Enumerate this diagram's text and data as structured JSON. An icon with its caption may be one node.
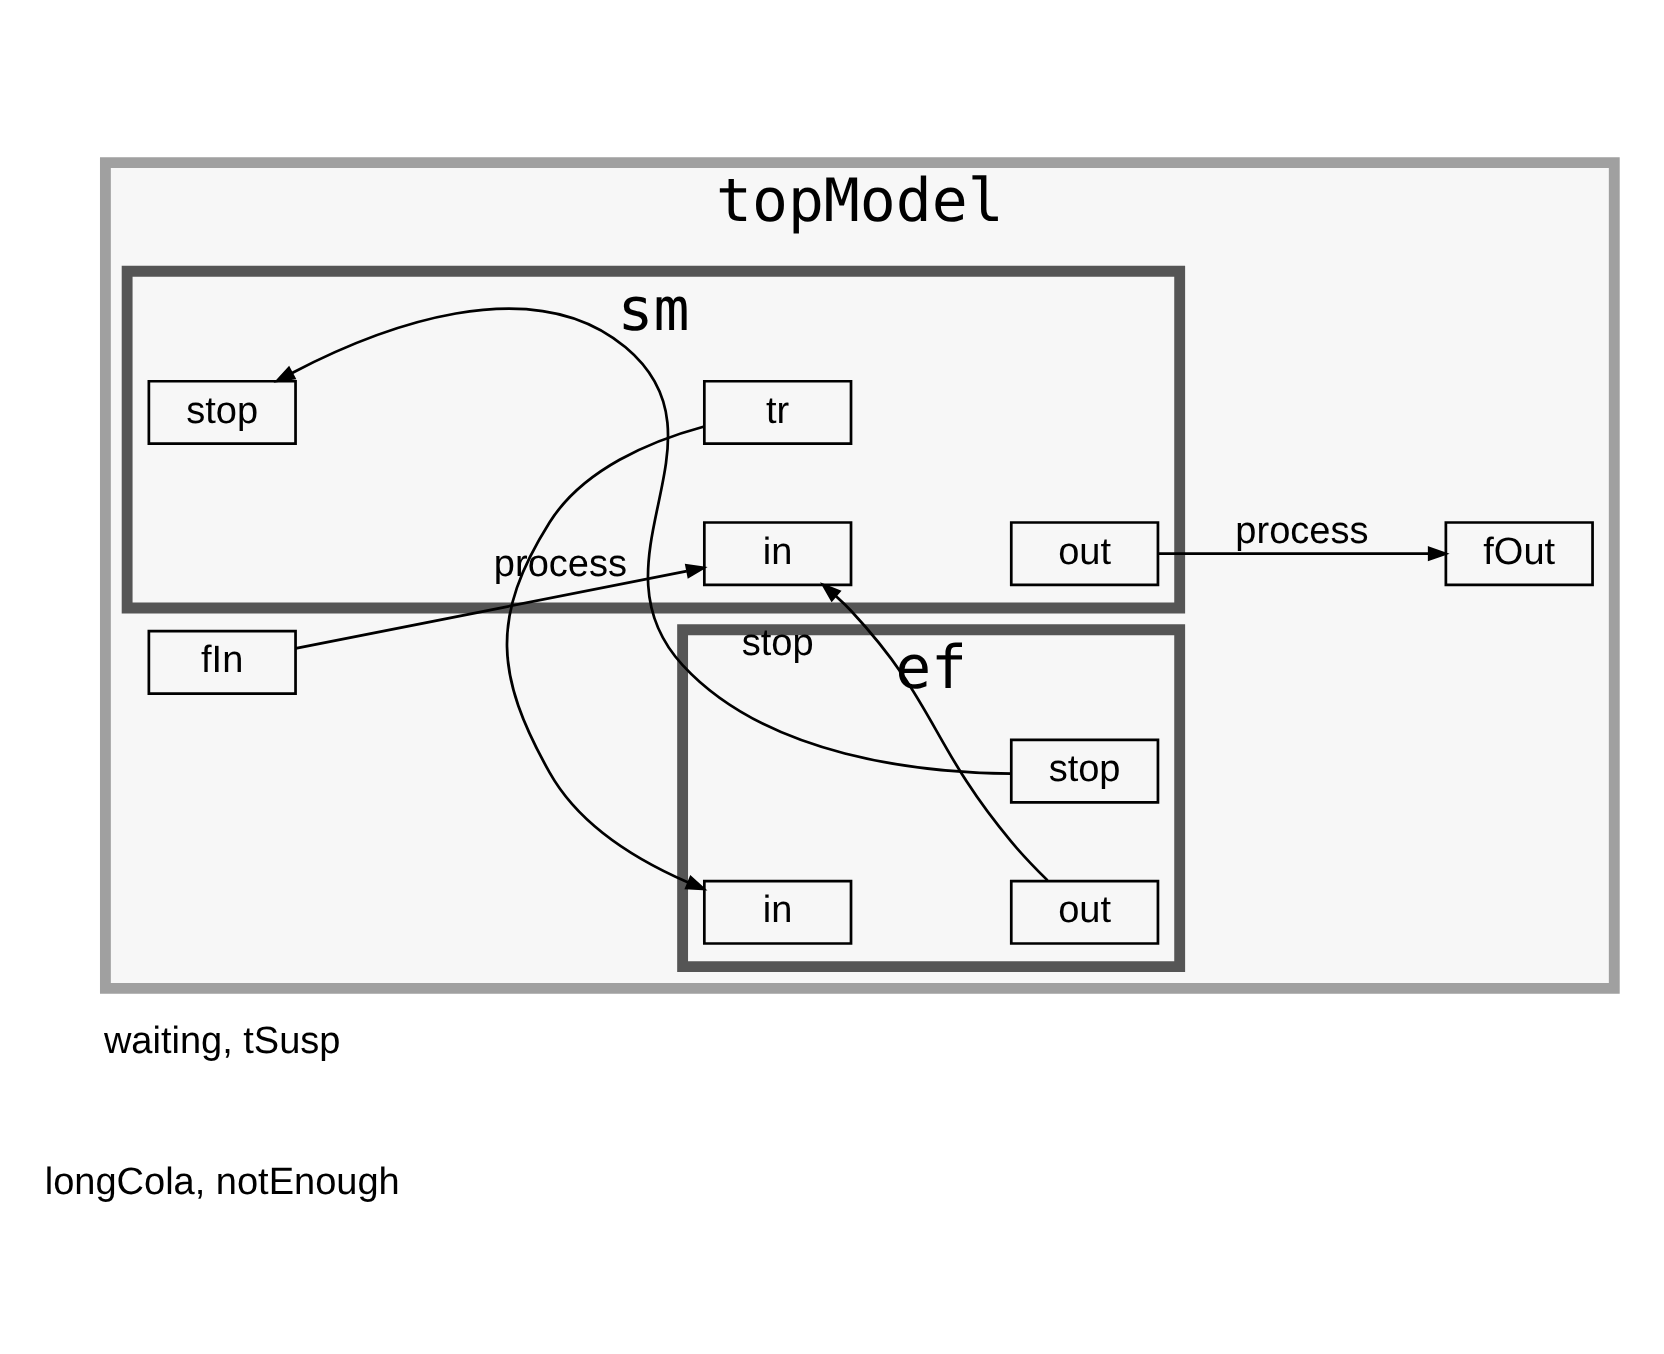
{
  "diagram": {
    "nodes": [
      {
        "text": [
          "topModel"
        ]
      },
      {
        "text": [
          "sm"
        ],
        "in": 0
      },
      {
        "text": [
          "in"
        ],
        "in": 1
      },
      {
        "text": [
          "stop"
        ],
        "in": 1
      },
      {
        "text": [
          "out"
        ],
        "in": 1
      },
      {
        "text": [
          "tr"
        ],
        "in": 1
      },
      {
        "text": [
          "fIn"
        ],
        "in": 0
      },
      {
        "text": [
          "fOut"
        ],
        "in": 0
      },
      {
        "text": [
          "ef"
        ],
        "in": 0
      },
      {
        "text": [
          "in"
        ],
        "in": 8
      },
      {
        "text": [
          "out"
        ],
        "in": 8
      },
      {
        "text": [
          "stop"
        ],
        "in": 8
      }
    ],
    "edges": [
      {
        "from": 6,
        "to": 2,
        "arrow": "to",
        "label": "process"
      },
      {
        "from": 10,
        "to": 2,
        "arrow": "to"
      },
      {
        "from": 11,
        "to": 3,
        "arrow": "to",
        "label": "stop"
      },
      {
        "from": 4,
        "to": 7,
        "arrow": "to",
        "label": "process"
      },
      {
        "from": 5,
        "to": 9,
        "arrow": "to"
      }
    ],
    "labels": [
      "waiting, tSusp",
      "longCola, notEnough"
    ]
  }
}
